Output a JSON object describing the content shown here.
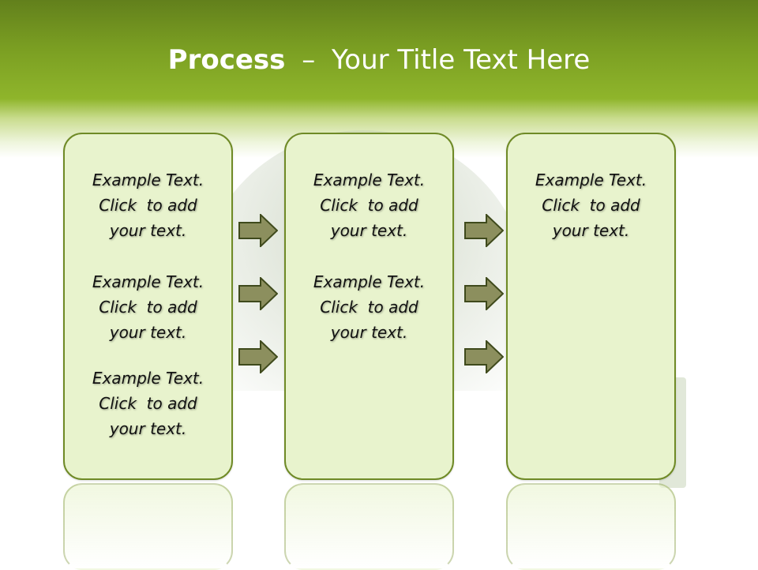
{
  "slide": {
    "title_bold": "Process",
    "title_separator": "–",
    "title_rest": "Your Title Text Here",
    "colors": {
      "header_dark": "#62801c",
      "header_light": "#8fb52b",
      "box_fill": "#e8f3cd",
      "box_border": "#6f8a26",
      "arrow_fill": "#8c8f5e",
      "arrow_stroke": "#3f4a1c"
    }
  },
  "columns": [
    {
      "items": [
        {
          "line1": "Example Text.",
          "line2": "Click  to add",
          "line3": "your text."
        },
        {
          "line1": "Example Text.",
          "line2": "Click  to add",
          "line3": "your text."
        },
        {
          "line1": "Example Text.",
          "line2": "Click  to add",
          "line3": "your text."
        }
      ]
    },
    {
      "items": [
        {
          "line1": "Example Text.",
          "line2": "Click  to add",
          "line3": "your text."
        },
        {
          "line1": "Example Text.",
          "line2": "Click  to add",
          "line3": "your text."
        }
      ]
    },
    {
      "items": [
        {
          "line1": "Example Text.",
          "line2": "Click  to add",
          "line3": "your text."
        }
      ]
    }
  ],
  "arrows": {
    "icon": "right-arrow-icon",
    "groups": [
      3,
      3
    ]
  }
}
